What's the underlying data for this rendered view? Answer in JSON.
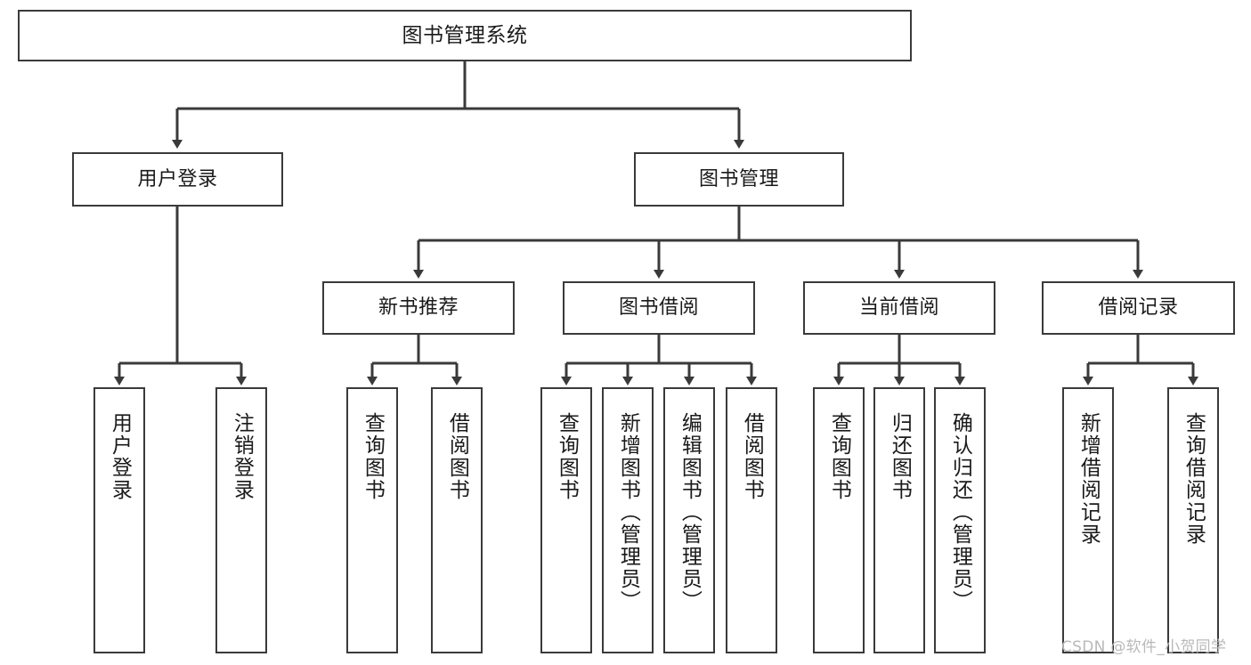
{
  "diagram": {
    "type": "tree",
    "title": "图书管理系统",
    "watermark": "CSDN @软件_小贺同学",
    "colors": {
      "box_border": "#3a3a3a",
      "box_fill": "#ffffff",
      "connector": "#3a3a3a",
      "text": "#1a1a1a",
      "watermark": "#b9b9b9",
      "background": "#ffffff"
    },
    "nodes": {
      "root": {
        "label": "图书管理系统"
      },
      "level2": [
        {
          "id": "user-login",
          "label": "用户登录"
        },
        {
          "id": "book-manage",
          "label": "图书管理"
        }
      ],
      "level3": [
        {
          "id": "new-book-recommend",
          "label": "新书推荐"
        },
        {
          "id": "book-borrow",
          "label": "图书借阅"
        },
        {
          "id": "current-borrow",
          "label": "当前借阅"
        },
        {
          "id": "borrow-record",
          "label": "借阅记录"
        }
      ],
      "leaves": {
        "user-login": [
          {
            "id": "leaf-user-login",
            "label": "用户登录"
          },
          {
            "id": "leaf-logout-login",
            "label": "注销登录"
          }
        ],
        "new-book-recommend": [
          {
            "id": "leaf-query-book-1",
            "label": "查询图书"
          },
          {
            "id": "leaf-borrow-book-1",
            "label": "借阅图书"
          }
        ],
        "book-borrow": [
          {
            "id": "leaf-query-book-2",
            "label": "查询图书"
          },
          {
            "id": "leaf-add-book",
            "label": "新增图书（管理员）"
          },
          {
            "id": "leaf-edit-book",
            "label": "编辑图书（管理员）"
          },
          {
            "id": "leaf-borrow-book-2",
            "label": "借阅图书"
          }
        ],
        "current-borrow": [
          {
            "id": "leaf-query-book-3",
            "label": "查询图书"
          },
          {
            "id": "leaf-return-book",
            "label": "归还图书"
          },
          {
            "id": "leaf-confirm-return",
            "label": "确认归还（管理员）"
          }
        ],
        "borrow-record": [
          {
            "id": "leaf-add-record",
            "label": "新增借阅记录"
          },
          {
            "id": "leaf-query-record",
            "label": "查询借阅记录"
          }
        ]
      }
    }
  }
}
